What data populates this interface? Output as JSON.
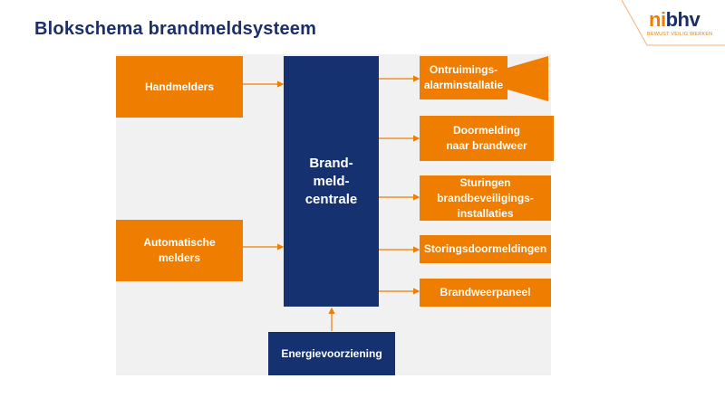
{
  "title": "Blokschema brandmeldsysteem",
  "logo": {
    "ni": "ni",
    "bhv": "bhv",
    "tagline": "BEWUST VEILIG WERKEN"
  },
  "diagram": {
    "inputs": [
      "Handmelders",
      "Automatische\nmelders"
    ],
    "central": "Brand-\nmeld-\ncentrale",
    "power": "Energievoorziening",
    "outputs": [
      "Ontruimings-\nalarminstallatie",
      "Doormelding\nnaar brandweer",
      "Sturingen\nbrandbeveiligings-\ninstallaties",
      "Storingsdoormeldingen",
      "Brandweerpaneel"
    ]
  },
  "colors": {
    "orange": "#ef7d00",
    "navy": "#15316f",
    "title": "#1a2f6b",
    "panel": "#f1f1f1"
  }
}
